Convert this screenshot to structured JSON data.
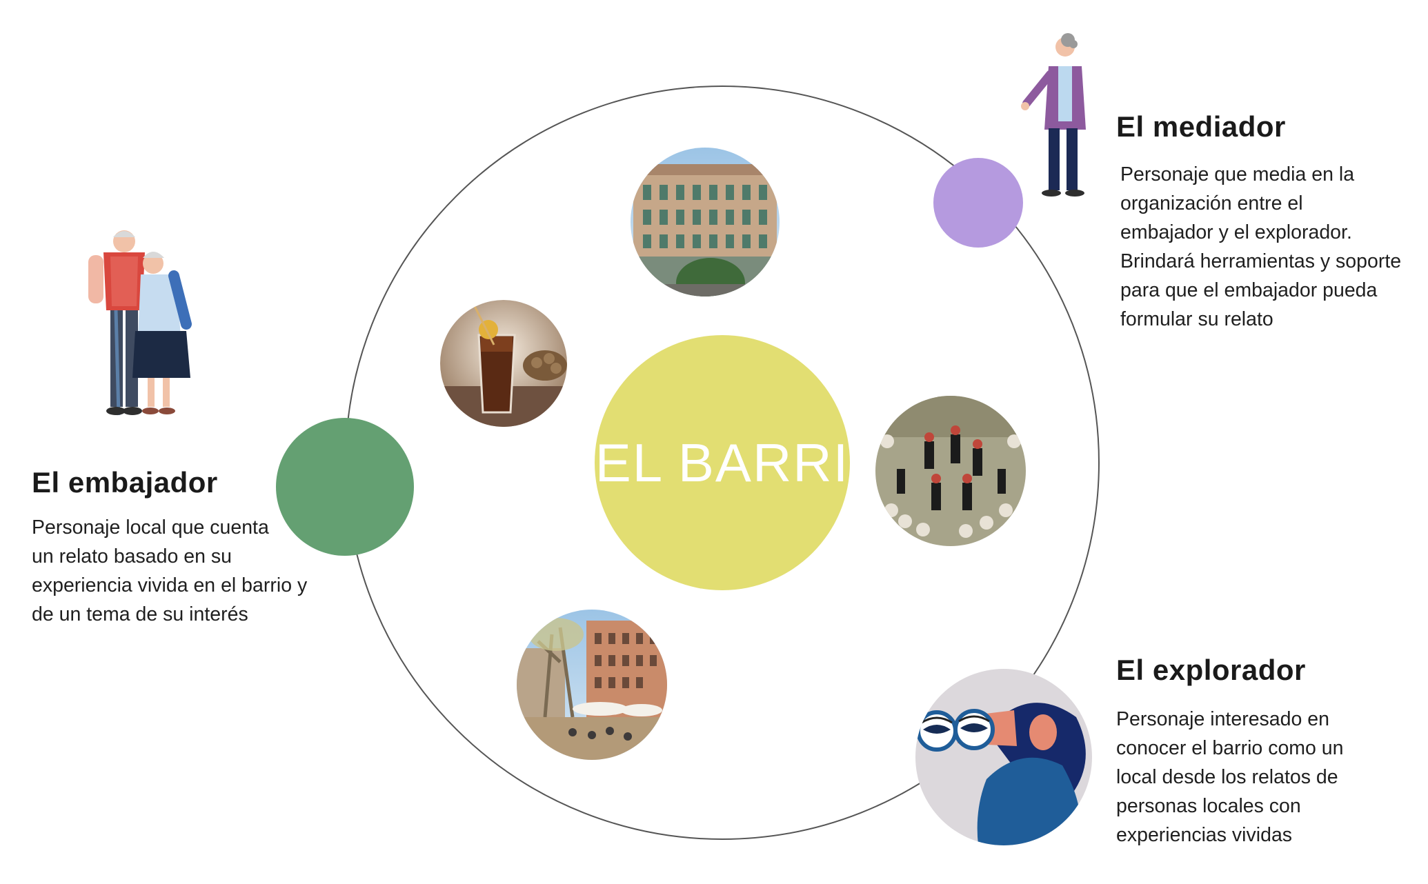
{
  "center": {
    "label": "EL BARRI"
  },
  "roles": {
    "embajador": {
      "title": "El embajador",
      "description_lines": [
        "Personaje local que cuenta",
        "un relato basado en su",
        "experiencia vivida en el barrio y",
        "de un tema de su interés"
      ],
      "color": "#64a072"
    },
    "mediador": {
      "title": "El mediador",
      "description_lines": [
        "Personaje que media en la",
        "organización entre el",
        "embajador y el explorador.",
        "Brindará herramientas y soporte",
        "para que el embajador pueda",
        "formular su relato"
      ],
      "color": "#b59adf"
    },
    "explorador": {
      "title": "El explorador",
      "description_lines": [
        "Personaje interesado en",
        "conocer el barrio como un",
        "local desde los relatos de",
        "personas locales con",
        "experiencias vividas"
      ],
      "color": "#dcd8dc"
    }
  },
  "photos": [
    {
      "name": "modernist-building-photo"
    },
    {
      "name": "vermouth-drink-photo"
    },
    {
      "name": "sardana-dance-photo"
    },
    {
      "name": "plaza-street-photo"
    }
  ],
  "colors": {
    "center": "#e2de72",
    "ring": "#555555"
  }
}
